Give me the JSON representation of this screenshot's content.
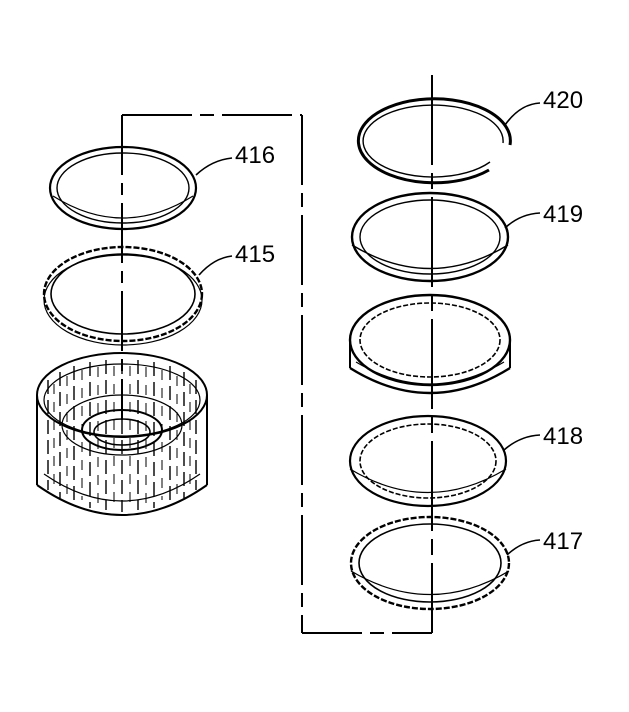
{
  "callouts": {
    "c415": "415",
    "c416": "416",
    "c417": "417",
    "c418": "418",
    "c419": "419",
    "c420": "420"
  },
  "colors": {
    "line": "#000000",
    "background": "#ffffff"
  }
}
